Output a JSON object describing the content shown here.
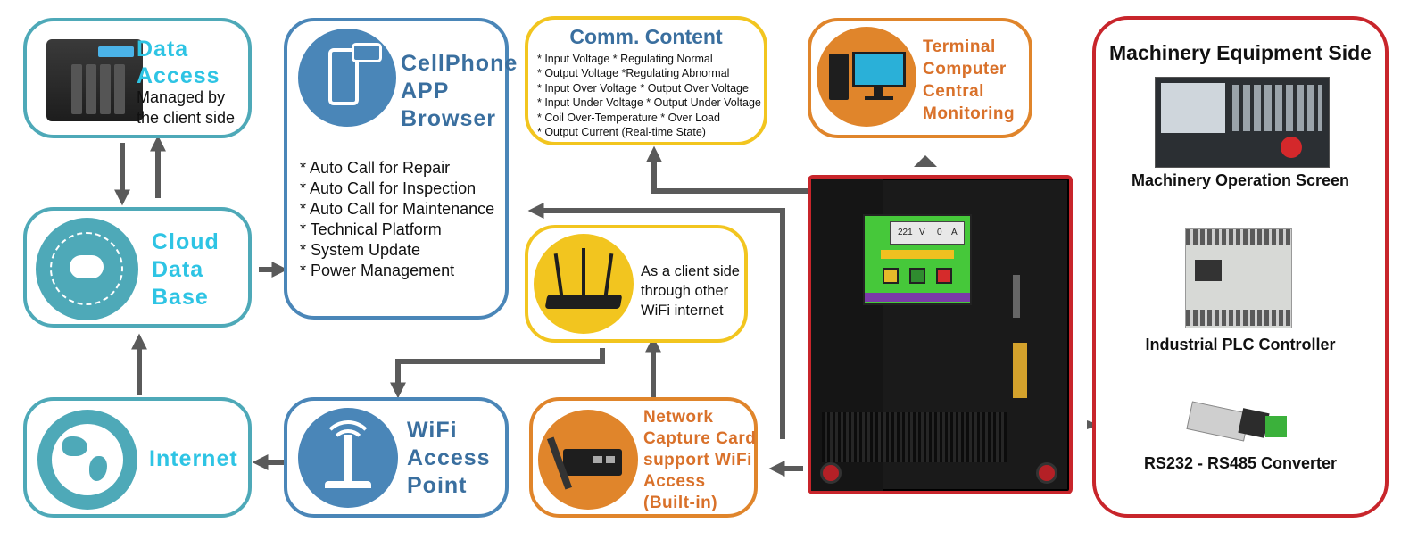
{
  "data_access": {
    "title_line1": "Data",
    "title_line2": "Access",
    "desc_line1": "Managed by",
    "desc_line2": "the client side"
  },
  "cloud": {
    "line1": "Cloud",
    "line2": "Data",
    "line3": "Base"
  },
  "internet": {
    "label": "Internet"
  },
  "cellphone": {
    "line1": "CellPhone",
    "line2": "APP",
    "line3": "Browser",
    "features": [
      "* Auto Call for Repair",
      "* Auto Call for Inspection",
      "* Auto Call for Maintenance",
      "* Technical Platform",
      "* System Update",
      "* Power Management"
    ]
  },
  "wifi_ap": {
    "line1": "WiFi",
    "line2": "Access",
    "line3": "Point"
  },
  "comm": {
    "title": "Comm. Content",
    "lines": [
      "* Input Voltage  * Regulating Normal",
      "* Output Voltage *Regulating Abnormal",
      "* Input Over Voltage * Output Over Voltage",
      "* Input Under Voltage * Output Under Voltage",
      "* Coil Over-Temperature * Over Load",
      "* Output Current (Real-time State)"
    ]
  },
  "router": {
    "line1": "As a client side",
    "line2": "through other",
    "line3": "WiFi internet"
  },
  "capture": {
    "line1": "Network",
    "line2": "Capture Card",
    "line3": "support WiFi",
    "line4": "Access",
    "line5": "(Built-in)"
  },
  "terminal": {
    "line1": "Terminal",
    "line2": "Computer",
    "line3": "Central",
    "line4": "Monitoring"
  },
  "machinery": {
    "title": "Machinery Equipment Side",
    "screen_label": "Machinery Operation Screen",
    "plc_label": "Industrial PLC Controller",
    "converter_label": "RS232 - RS485 Converter"
  },
  "cabinet": {
    "meter_left": "221",
    "meter_left_unit": "V",
    "meter_right": "0",
    "meter_right_unit": "A"
  },
  "colors": {
    "teal": "#4ea9b8",
    "blue": "#4a86b8",
    "yellow": "#f2c51f",
    "orange": "#e0852b",
    "red": "#c8252b",
    "arrow": "#5a5a5a",
    "cyan_text": "#2ec4e4"
  }
}
